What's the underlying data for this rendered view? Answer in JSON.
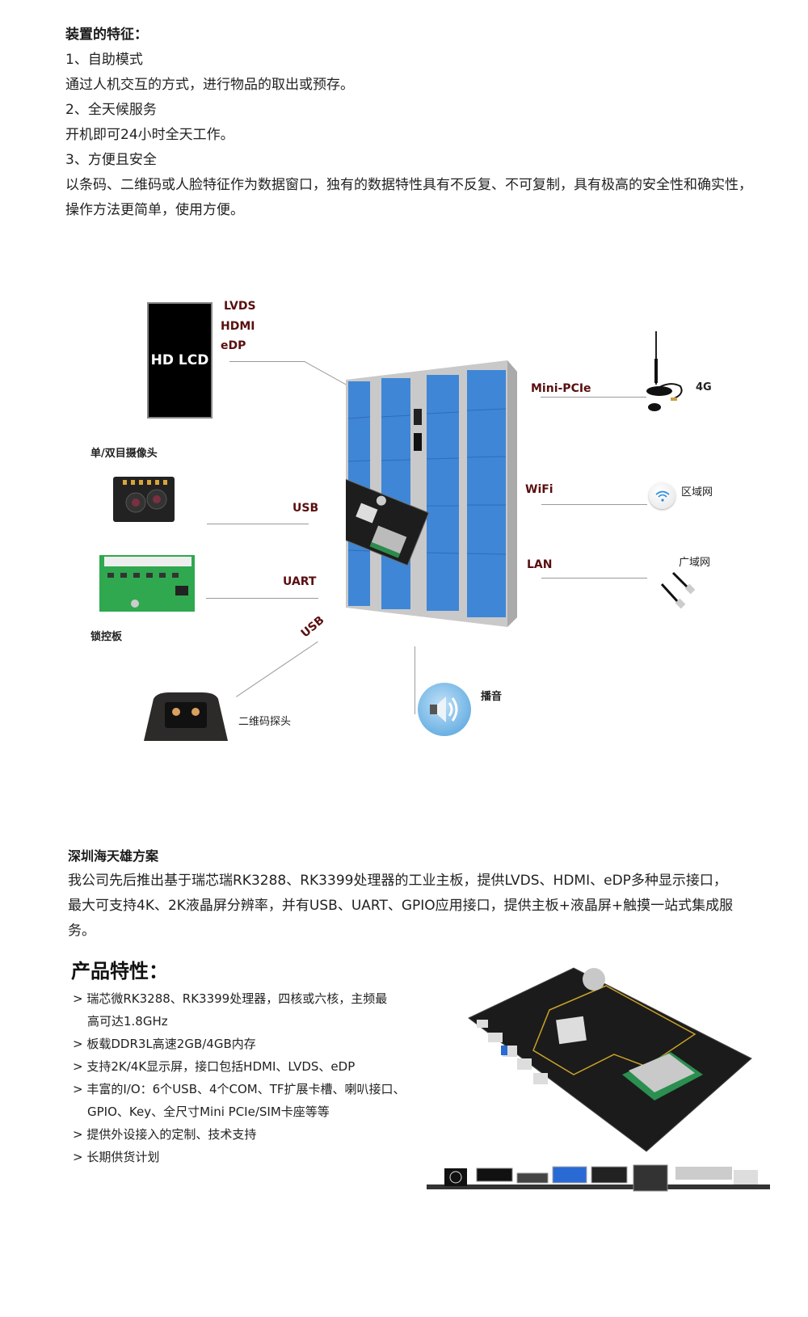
{
  "section_features": {
    "heading": "装置的特征：",
    "items": [
      {
        "title": "1、自助模式",
        "desc": "通过人机交互的方式，进行物品的取出或预存。"
      },
      {
        "title": "2、全天候服务",
        "desc": "开机即可24小时全天工作。"
      },
      {
        "title": "3、方便且安全",
        "desc": "以条码、二维码或人脸特征作为数据窗口，独有的数据特性具有不反复、不可复制，具有极高的安全性和确实性，操作方法更简单，使用方便。"
      }
    ]
  },
  "diagram": {
    "lcd_label": "HD LCD",
    "display_interfaces": [
      "LVDS",
      "HDMI",
      "eDP"
    ],
    "left": {
      "camera_label": "单/双目摄像头",
      "camera_interface": "USB",
      "lock_board_label": "锁控板",
      "lock_board_interface": "UART",
      "scanner_interface": "USB",
      "scanner_label": "二维码探头"
    },
    "right": {
      "minipcie_interface": "Mini-PCIe",
      "minipcie_device": "4G",
      "wifi_interface": "WiFi",
      "wifi_device": "区域网",
      "lan_interface": "LAN",
      "lan_device": "广域网"
    },
    "bottom": {
      "speaker_label": "播音"
    },
    "colors": {
      "interface_label": "#5a0f0f",
      "locker_blue": "#3f86d6",
      "locker_frame": "#c9c9c9"
    }
  },
  "section_solution": {
    "heading": "深圳海天雄方案",
    "paragraph": "我公司先后推出基于瑞芯瑞RK3288、RK3399处理器的工业主板，提供LVDS、HDMI、eDP多种显示接口，最大可支持4K、2K液晶屏分辨率，并有USB、UART、GPIO应用接口，提供主板+液晶屏+触摸一站式集成服务。"
  },
  "product_features": {
    "title": "产品特性：",
    "items": [
      {
        "text": "瑞芯微RK3288、RK3399处理器，四核或六核，主频最",
        "cont": "高可达1.8GHz"
      },
      {
        "text": "板载DDR3L高速2GB/4GB内存"
      },
      {
        "text": "支持2K/4K显示屏，接口包括HDMI、LVDS、eDP"
      },
      {
        "text": "丰富的I/O：6个USB、4个COM、TF扩展卡槽、喇叭接口、",
        "cont": "GPIO、Key、全尺寸Mini PCIe/SIM卡座等等"
      },
      {
        "text": "提供外设接入的定制、技术支持"
      },
      {
        "text": "长期供货计划"
      }
    ],
    "bullet": ">"
  }
}
